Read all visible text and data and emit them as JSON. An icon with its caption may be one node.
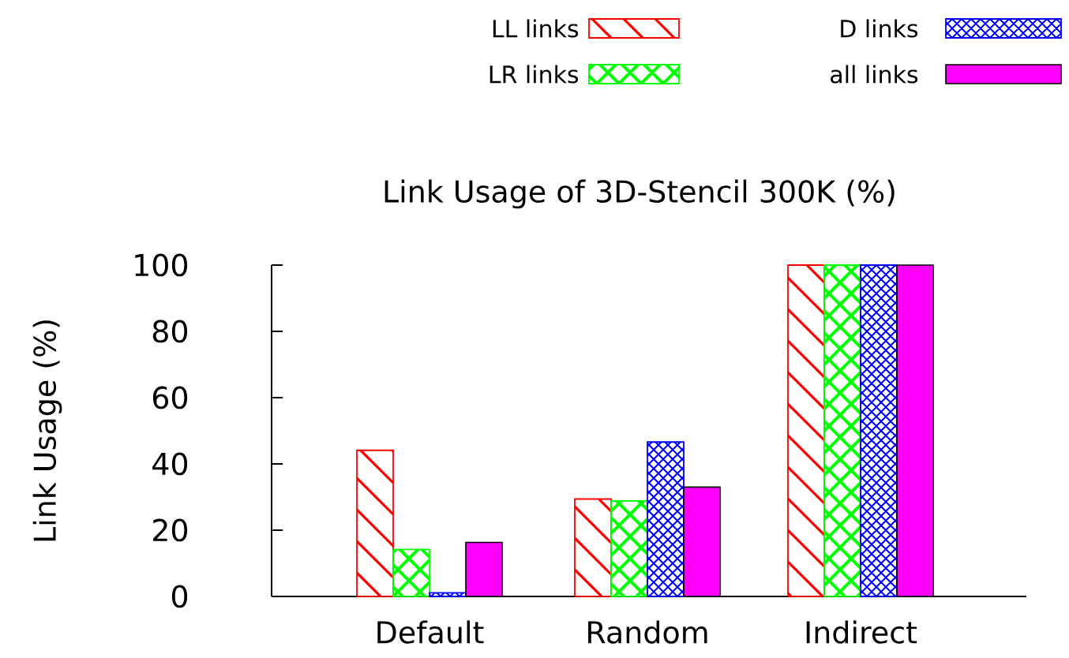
{
  "diagram": {
    "chart_data": {
      "type": "bar",
      "title": "Link Usage of 3D-Stencil 300K (%)",
      "ylabel": "Link Usage (%)",
      "categories": [
        "Default",
        "Random",
        "Indirect"
      ],
      "series": [
        {
          "name": "LL links",
          "color": "#ff0000",
          "values": [
            44.1,
            29.4,
            100
          ]
        },
        {
          "name": "LR links",
          "color": "#00ff00",
          "values": [
            14.2,
            28.8,
            100
          ]
        },
        {
          "name": "D links",
          "color": "#0000ff",
          "values": [
            1.1,
            46.6,
            100
          ]
        },
        {
          "name": "all links",
          "color": "#ff00ff",
          "values": [
            16.3,
            33.0,
            100
          ]
        }
      ],
      "legend": "top right",
      "ylim": [
        0,
        100
      ],
      "yticks": [
        0,
        20,
        40,
        60,
        80,
        100
      ]
    }
  }
}
